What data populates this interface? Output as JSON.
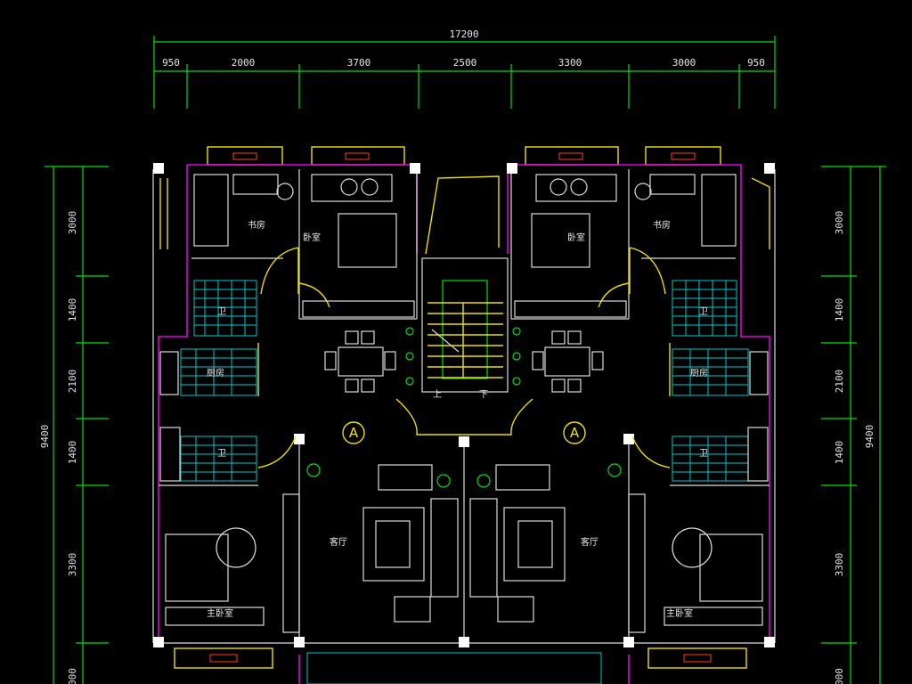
{
  "dimensions": {
    "top_total": "17200",
    "top_segments": [
      "950",
      "2000",
      "3700",
      "2500",
      "3300",
      "3000",
      "950"
    ],
    "left_total": "9400",
    "left_segments": [
      "3000",
      "1400",
      "2100",
      "1400",
      "3300",
      "000"
    ],
    "right_total": "9400",
    "right_segments": [
      "3000",
      "1400",
      "2100",
      "1400",
      "3300",
      "000"
    ]
  },
  "rooms": {
    "left_study": "书房",
    "left_bedroom": "卧室",
    "left_toilet_top": "卫",
    "left_kitchen": "厨房",
    "left_toilet_bottom": "卫",
    "left_living": "客厅",
    "left_master": "主卧室",
    "right_study": "书房",
    "right_bedroom": "卧室",
    "right_toilet_top": "卫",
    "right_kitchen": "厨房",
    "right_toilet_bottom": "卫",
    "right_living": "客厅",
    "right_master": "主卧室",
    "stair_up": "上",
    "stair_down": "下"
  },
  "axis_labels": {
    "left": "A",
    "right": "A"
  },
  "colors": {
    "background": "#000000",
    "dimension_line": "#00e000",
    "wall": "#e000e0",
    "window": "#f0e000",
    "tile": "#00c8c8",
    "furniture": "#dcdcdc"
  }
}
